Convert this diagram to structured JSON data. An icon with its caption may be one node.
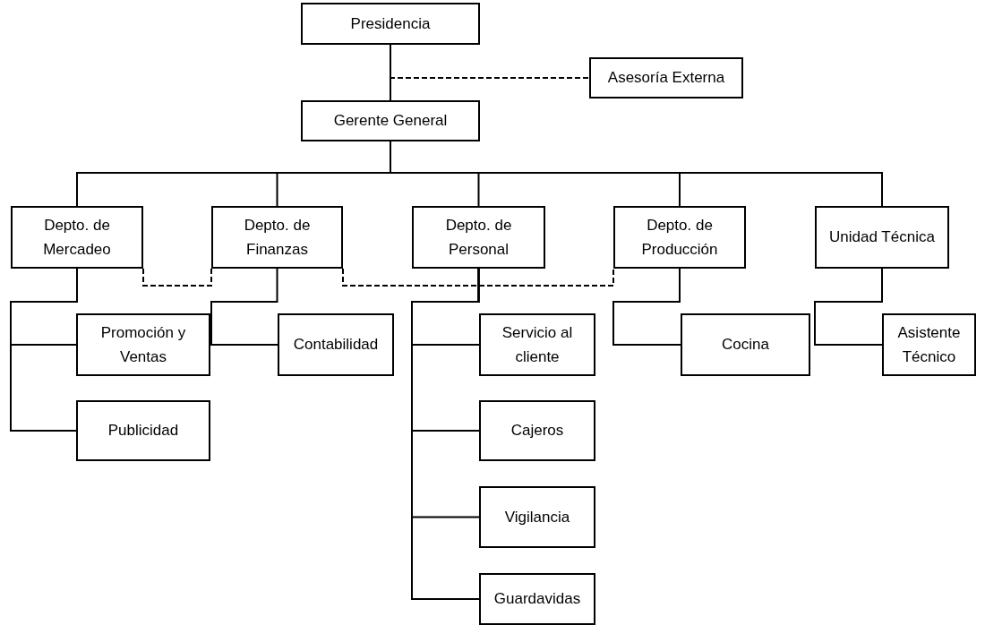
{
  "diagram": {
    "nodes": [
      {
        "text": [
          "Presidencia"
        ]
      },
      {
        "text": [
          "Asesoría Externa"
        ]
      },
      {
        "text": [
          "Gerente General"
        ]
      },
      {
        "text": [
          "Depto. de Mercadeo"
        ]
      },
      {
        "text": [
          "Depto. de Finanzas"
        ]
      },
      {
        "text": [
          "Depto. de Personal"
        ]
      },
      {
        "text": [
          "Depto. de Producción"
        ]
      },
      {
        "text": [
          "Unidad Técnica"
        ]
      },
      {
        "text": [
          "Promoción y Ventas"
        ]
      },
      {
        "text": [
          "Publicidad"
        ]
      },
      {
        "text": [
          "Contabilidad"
        ]
      },
      {
        "text": [
          "Servicio al cliente"
        ]
      },
      {
        "text": [
          "Cajeros"
        ]
      },
      {
        "text": [
          "Vigilancia"
        ]
      },
      {
        "text": [
          "Guardavidas"
        ]
      },
      {
        "text": [
          "Cocina"
        ]
      },
      {
        "text": [
          "Asistente Técnico"
        ]
      }
    ],
    "edges": [
      {
        "from": 0,
        "to": 2,
        "arrow": "none"
      },
      {
        "from": 0,
        "to": 1,
        "arrow": "none",
        "style": "dashed"
      },
      {
        "from": 2,
        "to": 3,
        "arrow": "none"
      },
      {
        "from": 2,
        "to": 4,
        "arrow": "none"
      },
      {
        "from": 2,
        "to": 5,
        "arrow": "none"
      },
      {
        "from": 2,
        "to": 6,
        "arrow": "none"
      },
      {
        "from": 2,
        "to": 7,
        "arrow": "none"
      },
      {
        "from": 3,
        "to": 4,
        "arrow": "none",
        "style": "dashed"
      },
      {
        "from": 4,
        "to": 6,
        "arrow": "none",
        "style": "dashed"
      },
      {
        "from": 3,
        "to": 8,
        "arrow": "none"
      },
      {
        "from": 3,
        "to": 9,
        "arrow": "none"
      },
      {
        "from": 4,
        "to": 10,
        "arrow": "none"
      },
      {
        "from": 5,
        "to": 11,
        "arrow": "none"
      },
      {
        "from": 5,
        "to": 12,
        "arrow": "none"
      },
      {
        "from": 5,
        "to": 13,
        "arrow": "none"
      },
      {
        "from": 5,
        "to": 14,
        "arrow": "none"
      },
      {
        "from": 6,
        "to": 15,
        "arrow": "none"
      },
      {
        "from": 7,
        "to": 16,
        "arrow": "none"
      }
    ]
  }
}
